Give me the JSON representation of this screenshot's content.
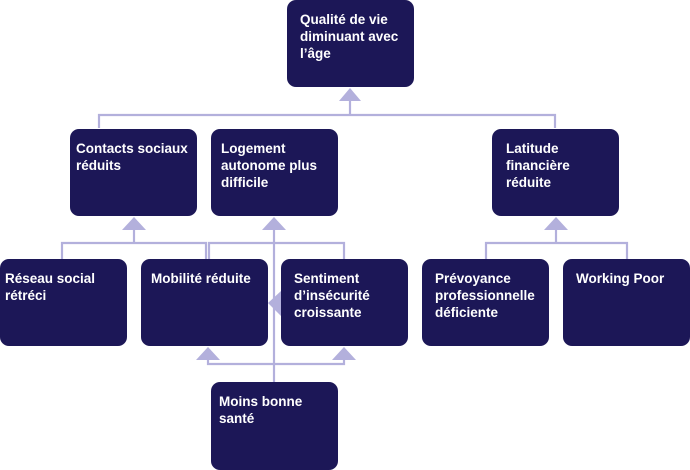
{
  "colors": {
    "node_fill": "#1c1757",
    "node_text": "#ffffff",
    "connector": "#b3b0dc"
  },
  "nodes": {
    "top": "Qualité de vie diminuant avec l’âge",
    "contacts": "Contacts sociaux réduits",
    "logement": "Logement autonome plus difficile",
    "latitude": "Latitude financière réduite",
    "reseau": "Réseau social rétréci",
    "mobilite": "Mobilité réduite",
    "sentiment": "Sentiment d’insécurité croissante",
    "prevoyance": "Prévoyance professionnelle déficiente",
    "working": "Working Poor",
    "sante": "Moins bonne santé"
  },
  "edges": [
    {
      "from": "contacts",
      "to": "top"
    },
    {
      "from": "logement",
      "to": "top"
    },
    {
      "from": "latitude",
      "to": "top"
    },
    {
      "from": "reseau",
      "to": "contacts"
    },
    {
      "from": "mobilite",
      "to": "contacts"
    },
    {
      "from": "mobilite",
      "to": "logement"
    },
    {
      "from": "sentiment",
      "to": "logement"
    },
    {
      "from": "sentiment",
      "to": "mobilite"
    },
    {
      "from": "sante",
      "to": "mobilite"
    },
    {
      "from": "sante",
      "to": "sentiment"
    },
    {
      "from": "sante",
      "to": "logement"
    },
    {
      "from": "prevoyance",
      "to": "latitude"
    },
    {
      "from": "working",
      "to": "latitude"
    }
  ]
}
